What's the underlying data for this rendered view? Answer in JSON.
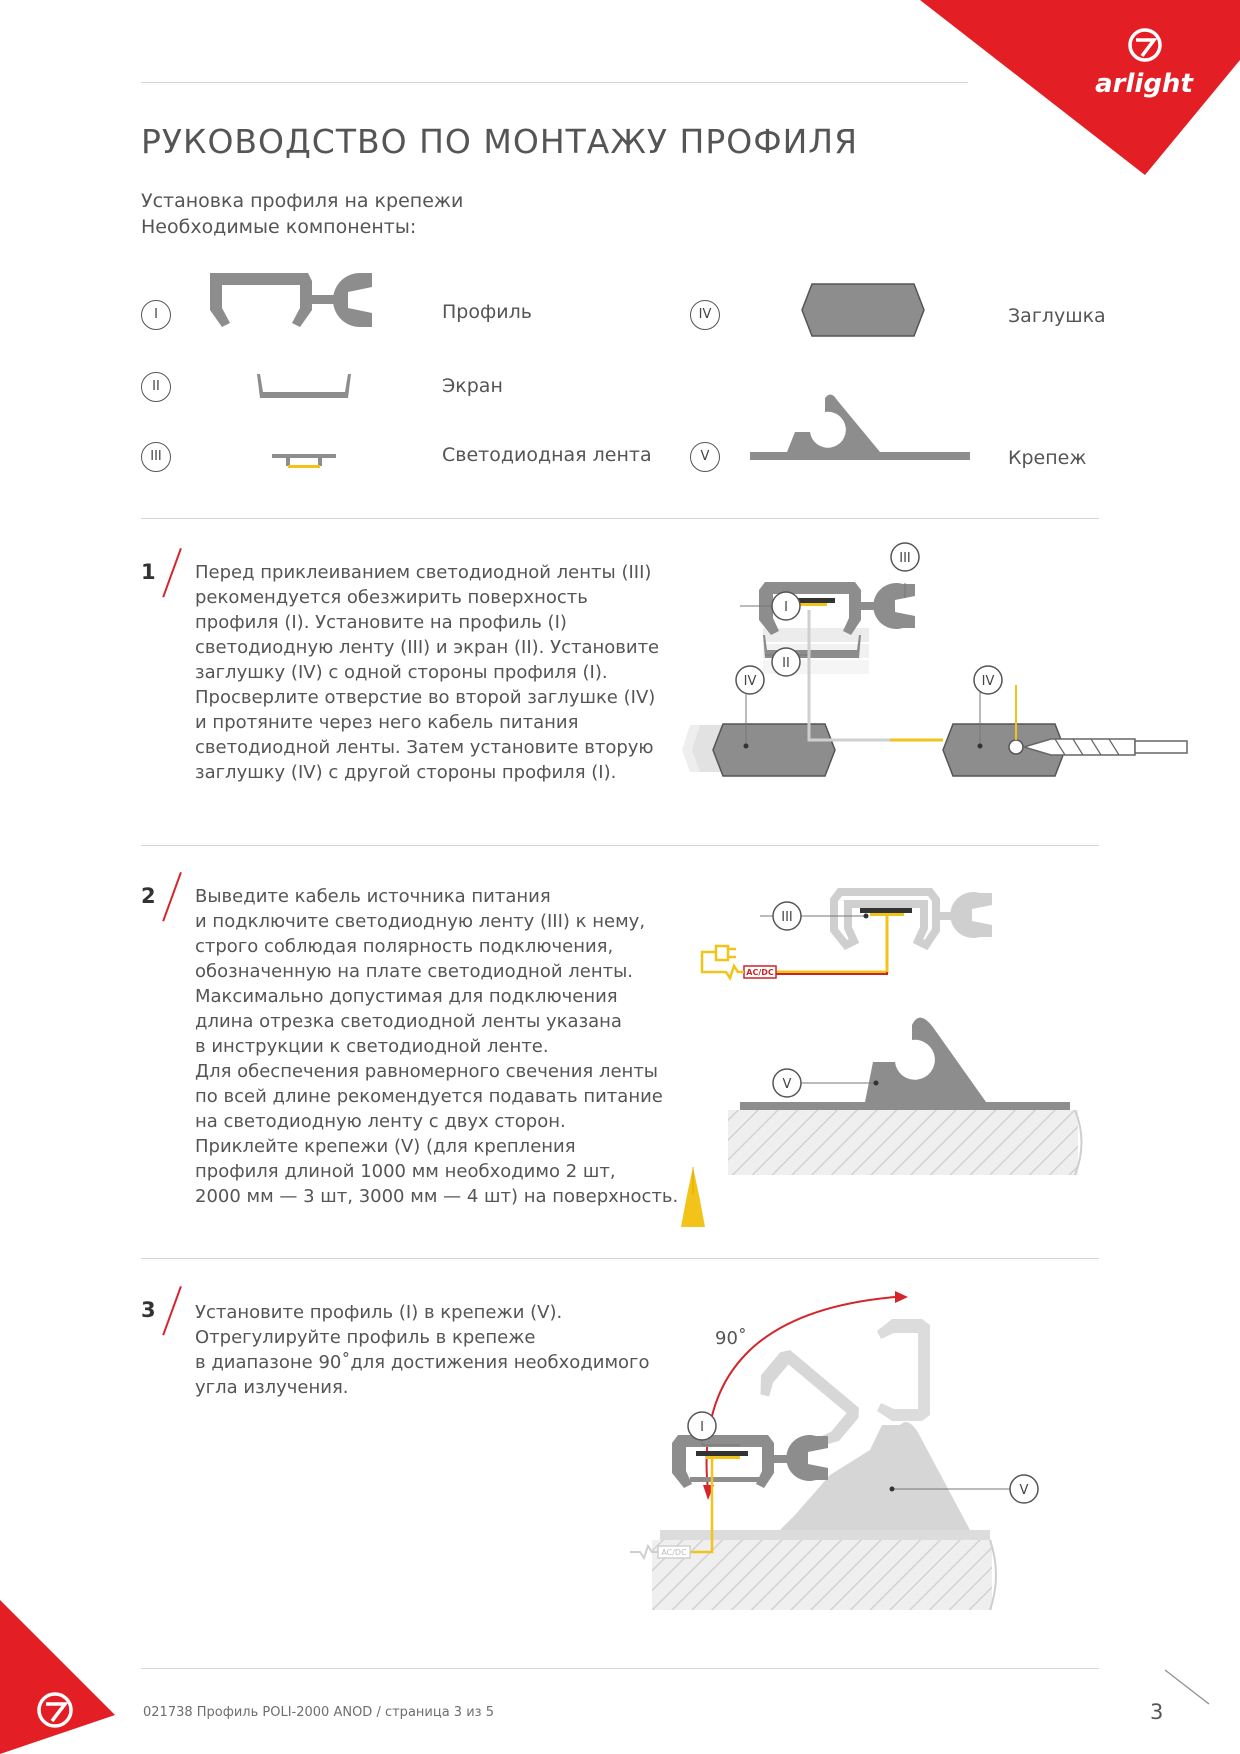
{
  "brand": {
    "logo_text": "arlight",
    "accent": "#e31e24",
    "yellow": "#f2c318",
    "grey": "#8d8d8d"
  },
  "page": {
    "title": "РУКОВОДСТВО ПО МОНТАЖУ ПРОФИЛЯ",
    "subtitle_line1": "Установка профиля на крепежи",
    "subtitle_line2": "Необходимые компоненты:"
  },
  "components": [
    {
      "numeral": "I",
      "label": "Профиль"
    },
    {
      "numeral": "II",
      "label": "Экран"
    },
    {
      "numeral": "III",
      "label": "Светодиодная лента"
    },
    {
      "numeral": "IV",
      "label": "Заглушка"
    },
    {
      "numeral": "V",
      "label": "Крепеж"
    }
  ],
  "steps": [
    {
      "number": "1",
      "lines": [
        "Перед приклеиванием светодиодной ленты (III)",
        "рекомендуется обезжирить поверхность",
        "профиля (I). Установите на профиль (I)",
        "светодиодную ленту (III) и экран (II). Установите",
        "заглушку (IV) с одной стороны профиля (I).",
        "Просверлите отверстие во второй заглушке (IV)",
        "и протяните через него кабель питания",
        "светодиодной ленты. Затем установите вторую",
        "заглушку (IV) с другой стороны профиля (I)."
      ]
    },
    {
      "number": "2",
      "lines": [
        "Выведите кабель источника питания",
        "и подключите светодиодную ленту (III) к нему,",
        "строго соблюдая полярность подключения,",
        "обозначенную на плате светодиодной ленты.",
        "Максимально допустимая для подключения",
        "длина отрезка светодиодной ленты указана",
        "в инструкции к светодиодной ленте.",
        "Для обеспечения равномерного свечения ленты",
        "по всей длине рекомендуется подавать питание",
        "на светодиодную ленту с двух сторон.",
        "Приклейте крепежи (V) (для крепления",
        "профиля длиной 1000 мм необходимо 2 шт,",
        "2000 мм — 3 шт, 3000 мм — 4 шт) на поверхность."
      ]
    },
    {
      "number": "3",
      "lines": [
        "Установите профиль (I) в крепежи (V).",
        "Отрегулируйте профиль в крепеже",
        "в диапазоне 90˚для достижения необходимого",
        "угла излучения."
      ]
    }
  ],
  "diagram_labels": {
    "acdc": "AC/DC",
    "angle": "90˚",
    "I": "I",
    "II": "II",
    "III": "III",
    "IV": "IV",
    "V": "V"
  },
  "footer": {
    "doc_text": "021738 Профиль POLI-2000 ANOD / страница 3 из 5",
    "page_number": "3"
  }
}
